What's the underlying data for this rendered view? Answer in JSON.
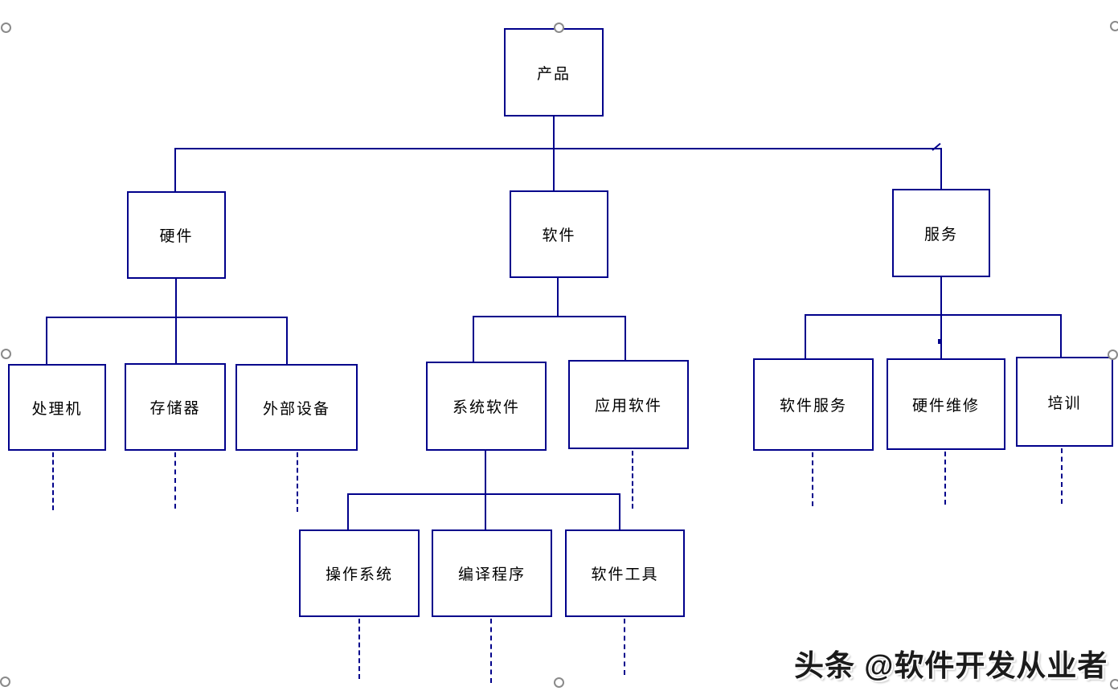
{
  "diagram": {
    "kind": "product-structure-tree",
    "line_color": "#00008B",
    "box_border_color": "#00008B",
    "text_color": "#000000",
    "background_color": "#FFFFFF",
    "handle_color": "#8A8A8A"
  },
  "nodes": [
    {
      "id": "product",
      "label": "产品",
      "level": 1,
      "parent": null,
      "has_continuation": false
    },
    {
      "id": "hardware",
      "label": "硬件",
      "level": 2,
      "parent": "product",
      "has_continuation": false
    },
    {
      "id": "software",
      "label": "软件",
      "level": 2,
      "parent": "product",
      "has_continuation": false
    },
    {
      "id": "service",
      "label": "服务",
      "level": 2,
      "parent": "product",
      "has_continuation": false
    },
    {
      "id": "processor",
      "label": "处理机",
      "level": 3,
      "parent": "hardware",
      "has_continuation": true
    },
    {
      "id": "memory",
      "label": "存储器",
      "level": 3,
      "parent": "hardware",
      "has_continuation": true
    },
    {
      "id": "external-devices",
      "label": "外部设备",
      "level": 3,
      "parent": "hardware",
      "has_continuation": true
    },
    {
      "id": "system-software",
      "label": "系统软件",
      "level": 3,
      "parent": "software",
      "has_continuation": false
    },
    {
      "id": "application-software",
      "label": "应用软件",
      "level": 3,
      "parent": "software",
      "has_continuation": true
    },
    {
      "id": "software-service",
      "label": "软件服务",
      "level": 3,
      "parent": "service",
      "has_continuation": true
    },
    {
      "id": "hardware-repair",
      "label": "硬件维修",
      "level": 3,
      "parent": "service",
      "has_continuation": true
    },
    {
      "id": "training",
      "label": "培训",
      "level": 3,
      "parent": "service",
      "has_continuation": true
    },
    {
      "id": "operating-system",
      "label": "操作系统",
      "level": 4,
      "parent": "system-software",
      "has_continuation": true
    },
    {
      "id": "compiler",
      "label": "编译程序",
      "level": 4,
      "parent": "system-software",
      "has_continuation": true
    },
    {
      "id": "software-tools",
      "label": "软件工具",
      "level": 4,
      "parent": "system-software",
      "has_continuation": true
    }
  ],
  "watermark": {
    "text": "头条 @软件开发从业者"
  }
}
